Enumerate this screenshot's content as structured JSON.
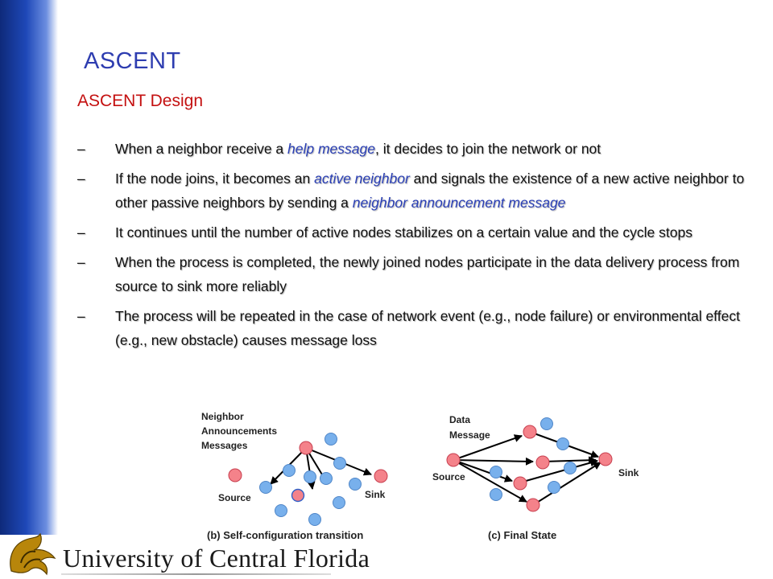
{
  "slide": {
    "title": "ASCENT",
    "subtitle": "ASCENT Design"
  },
  "bullets": [
    {
      "dash": "–",
      "parts": [
        {
          "text": "When a neighbor receive a ",
          "em": false
        },
        {
          "text": "help message",
          "em": true
        },
        {
          "text": ", it decides to join the network or not",
          "em": false
        }
      ]
    },
    {
      "dash": "–",
      "parts": [
        {
          "text": "If the node joins, it becomes an ",
          "em": false
        },
        {
          "text": "active neighbor",
          "em": true
        },
        {
          "text": " and signals the existence of a new active neighbor to other passive neighbors by sending a ",
          "em": false
        },
        {
          "text": "neighbor announcement message",
          "em": true
        }
      ]
    },
    {
      "dash": "–",
      "parts": [
        {
          "text": "It continues until the number of active nodes stabilizes on a certain value and the cycle stops",
          "em": false
        }
      ]
    },
    {
      "dash": "–",
      "parts": [
        {
          "text": "When the process is completed, the newly joined nodes participate in the data delivery process from source to sink more reliably",
          "em": false
        }
      ]
    },
    {
      "dash": "–",
      "parts": [
        {
          "text": "The process will be repeated in the case of network event (e.g., node failure) or environmental effect (e.g., new obstacle) causes message loss",
          "em": false
        }
      ]
    }
  ],
  "diagram_b": {
    "label_line1": "Neighbor",
    "label_line2": "Announcements",
    "label_line3": "Messages",
    "source": "Source",
    "sink": "Sink",
    "caption": "(b) Self-configuration transition"
  },
  "diagram_c": {
    "label_line1": "Data",
    "label_line2": "Message",
    "source": "Source",
    "sink": "Sink",
    "caption": "(c) Final State"
  },
  "footer": {
    "university": "University of Central Florida"
  },
  "colors": {
    "title": "#2e3db0",
    "subtitle": "#c41010",
    "emphasis": "#2a3fb5",
    "active_node": "#f4828a",
    "passive_node": "#78b0ec"
  }
}
